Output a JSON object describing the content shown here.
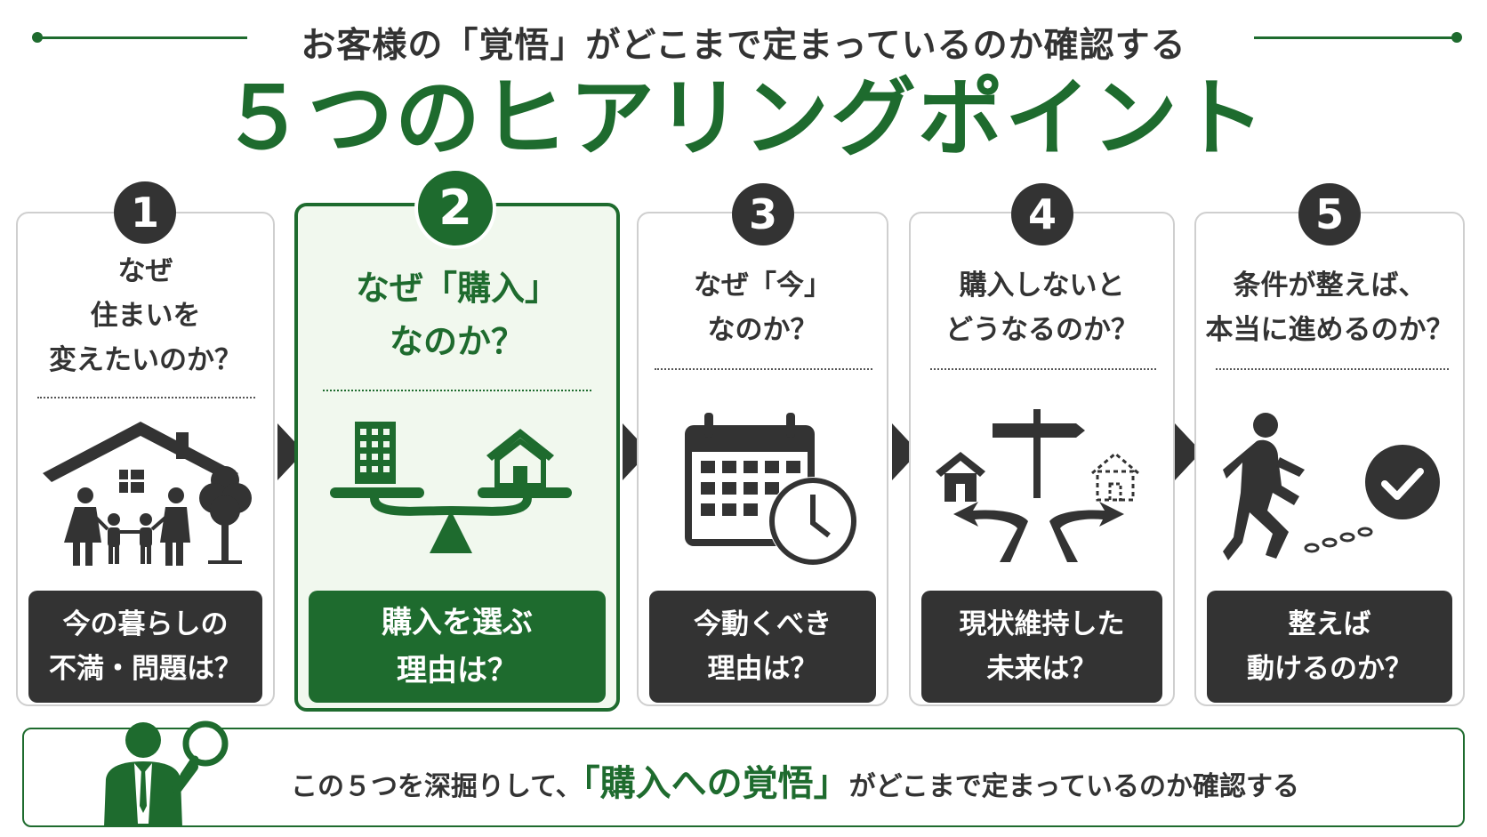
{
  "header": {
    "subtitle": "お客様の「覚悟」がどこまで定まっているのか確認する",
    "title": "５つのヒアリングポイント"
  },
  "colors": {
    "accent": "#1e6b2e",
    "dark": "#333333",
    "active_bg": "#f1f8ee"
  },
  "steps": [
    {
      "number": "1",
      "question_lines": [
        "なぜ",
        "住まいを",
        "変えたいのか？"
      ],
      "answer_lines": [
        "今の暮らしの",
        "不満・問題は？"
      ],
      "icon": "house-family-icon"
    },
    {
      "number": "2",
      "question_lines": [
        "なぜ「購入」",
        "なのか？"
      ],
      "answer_lines": [
        "購入を選ぶ",
        "理由は？"
      ],
      "icon": "balance-scale-icon",
      "highlighted": true
    },
    {
      "number": "3",
      "question_lines": [
        "なぜ「今」",
        "なのか？"
      ],
      "answer_lines": [
        "今動くべき",
        "理由は？"
      ],
      "icon": "calendar-clock-icon"
    },
    {
      "number": "4",
      "question_lines": [
        "購入しないと",
        "どうなるのか？"
      ],
      "answer_lines": [
        "現状維持した",
        "未来は？"
      ],
      "icon": "crossroads-signpost-icon"
    },
    {
      "number": "5",
      "question_lines": [
        "条件が整えば、",
        "本当に進めるのか？"
      ],
      "answer_lines": [
        "整えば",
        "動けるのか？"
      ],
      "icon": "walking-person-check-icon"
    }
  ],
  "footer": {
    "text_before": "この５つを深掘りして、",
    "highlight": "「購入への覚悟」",
    "text_after": "がどこまで定まっているのか確認する",
    "icon": "consultant-magnifier-icon"
  }
}
